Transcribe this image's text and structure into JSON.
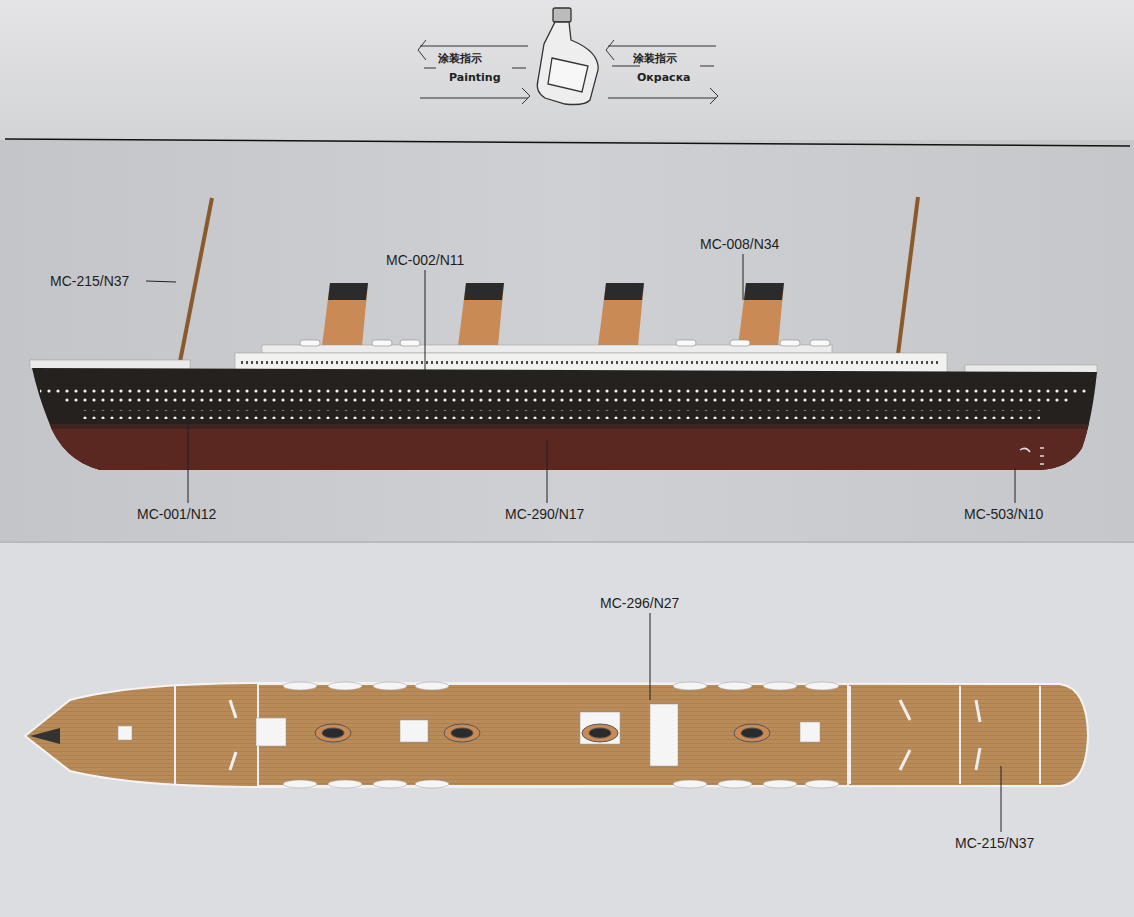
{
  "diagram": {
    "labels": [
      "涂装指示",
      "Painting",
      "涂装指示",
      "Окраска",
      "MC-215/N37",
      "MC-002/N11",
      "MC-008/N34",
      "MC-001/N12",
      "MC-290/N17",
      "MC-503/N10",
      "MC-296/N27",
      "MC-215/N37"
    ]
  }
}
